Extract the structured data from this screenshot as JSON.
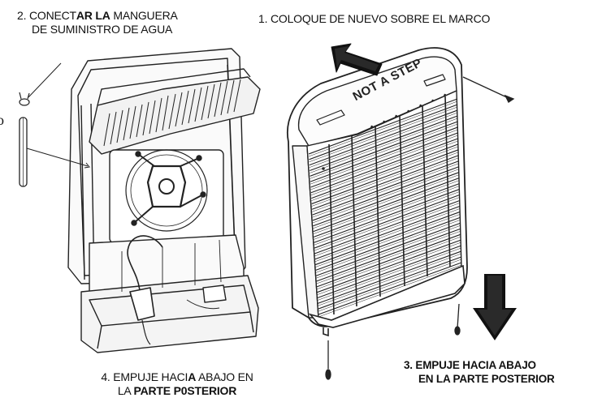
{
  "steps": {
    "step1": "1. COLOQUE DE NUEVO SOBRE EL MARCO",
    "step2": {
      "line1_a": "2. CONECT",
      "line1_b": "AR LA",
      "line1_c": " MANGUERA",
      "line2": "DE SUMINISTRO DE AGUA"
    },
    "step3": {
      "line1": "3. EMPUJE HACIA ABAJO",
      "line2": "EN LA PARTE POSTERIOR"
    },
    "step4": {
      "line1_a": "4. EMPUJE HACI",
      "line1_b": "A",
      "line1_c": " ABAJO EN",
      "line2_a": "LA ",
      "line2_b": "PARTE P0STERIOR"
    }
  },
  "panel_stencil": "NOT A STEP",
  "cropped_left_char": "o"
}
